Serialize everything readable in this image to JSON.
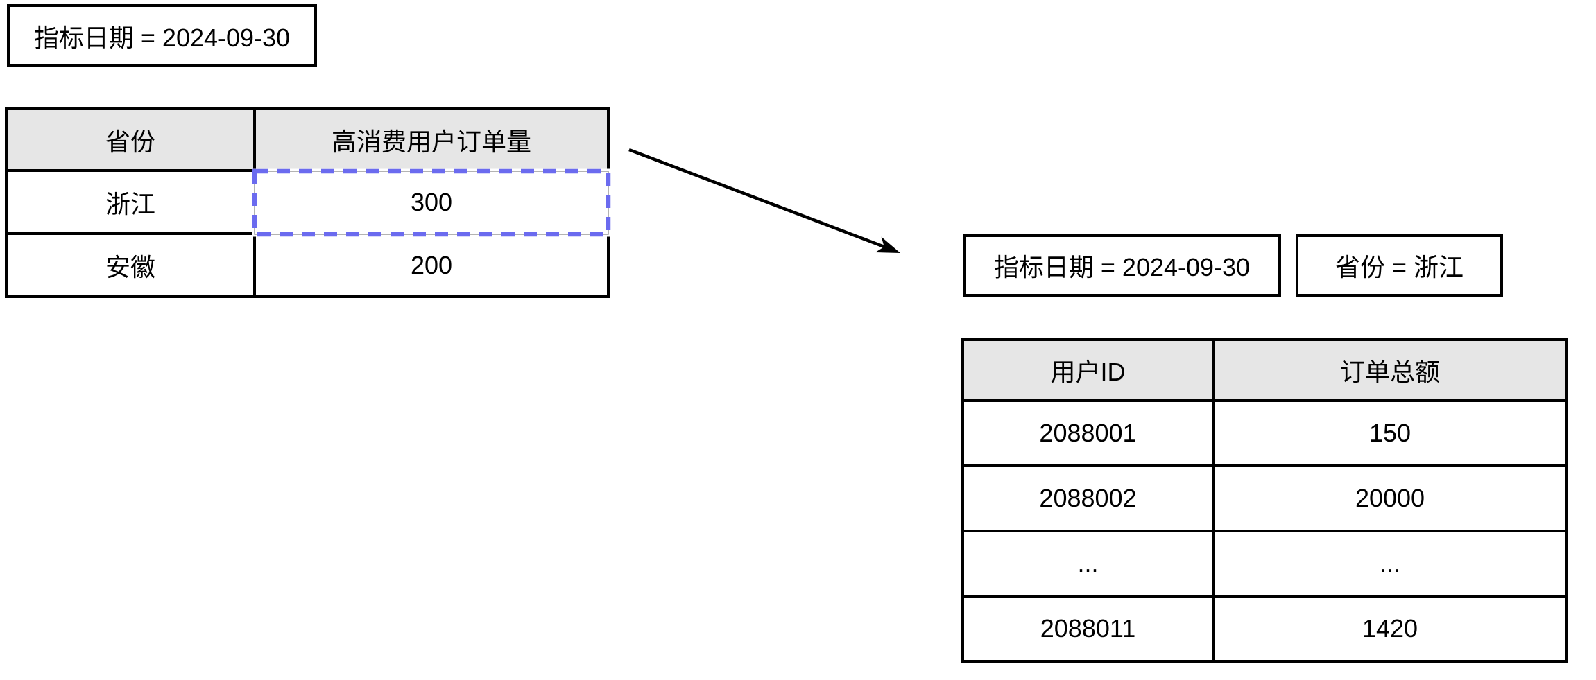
{
  "diagram": {
    "left_filter": {
      "label": "指标日期 = 2024-09-30"
    },
    "left_table": {
      "headers": [
        "省份",
        "高消费用户订单量"
      ],
      "rows": [
        [
          "浙江",
          "300"
        ],
        [
          "安徽",
          "200"
        ]
      ]
    },
    "right_filters": {
      "date": {
        "label": "指标日期 = 2024-09-30"
      },
      "province": {
        "label": "省份 = 浙江"
      }
    },
    "right_table": {
      "headers": [
        "用户ID",
        "订单总额"
      ],
      "rows": [
        [
          "2088001",
          "150"
        ],
        [
          "2088002",
          "20000"
        ],
        [
          "...",
          "..."
        ],
        [
          "2088011",
          "1420"
        ]
      ]
    }
  },
  "colors": {
    "highlight-dash": "#6b6bef",
    "header-bg": "#e6e6e6",
    "table-border": "#000000",
    "arrow": "#000000"
  }
}
